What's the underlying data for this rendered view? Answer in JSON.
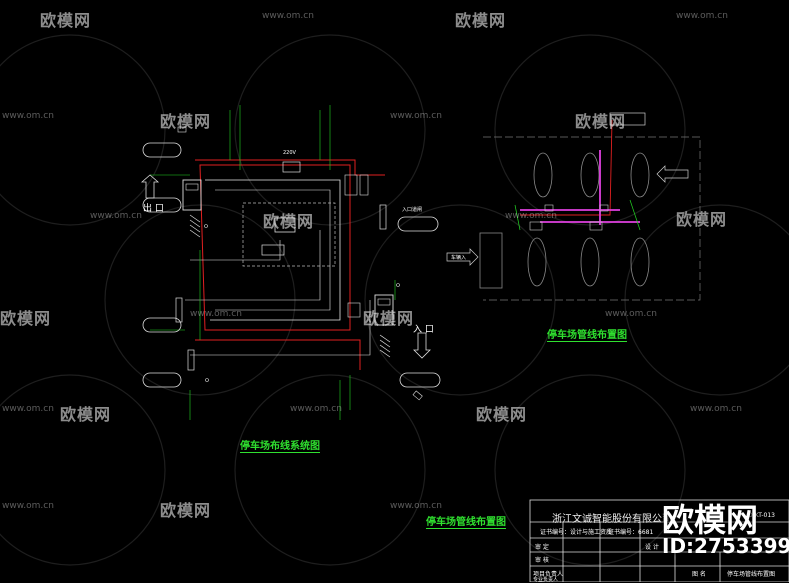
{
  "watermark": {
    "brand": "欧模网",
    "url": "www.om.cn"
  },
  "diagram": {
    "system_title": "停车场布线系统图",
    "layout_title_right": "停车场管线布置图",
    "layout_title_bottom": "停车场管线布置图",
    "exit_label": "出 口",
    "entry_label": "入 口",
    "voltage_label": "220V",
    "entry_lane_label": "入口道闸",
    "car_entry_label": "车辆入"
  },
  "title_block": {
    "company": "浙江文诚智能股份有限公司",
    "cert_label": "证书编号：设计与施工资质",
    "cert_no": "证书编号：6681",
    "drawing_code": "D-KT-013",
    "rows": [
      "审 定",
      "审 核",
      "项目负责人",
      "专业负责人"
    ],
    "design_label": "设 计",
    "drawing_name_label": "图 名",
    "drawing_name": "停车场管线布置图"
  },
  "brand_overlay": {
    "name": "欧模网",
    "id": "ID:2753399"
  }
}
